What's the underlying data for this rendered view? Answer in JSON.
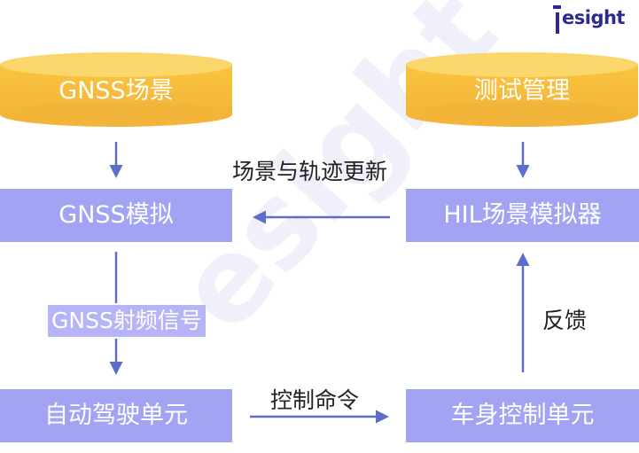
{
  "logo": {
    "text": "esight"
  },
  "nodes": {
    "gnss_scene": "GNSS场景",
    "test_management": "测试管理",
    "gnss_sim": "GNSS模拟",
    "hil_sim": "HIL场景模拟器",
    "adu": "自动驾驶单元",
    "body_control": "车身控制单元"
  },
  "edges": {
    "scene_traj_update": "场景与轨迹更新",
    "gnss_rf_signal": "GNSS射频信号",
    "feedback": "反馈",
    "control_command": "控制命令"
  },
  "colors": {
    "cylinder": "#f6bb3c",
    "box": "#a3a3f3",
    "arrow": "#5b6ec8",
    "text": "#222222"
  }
}
